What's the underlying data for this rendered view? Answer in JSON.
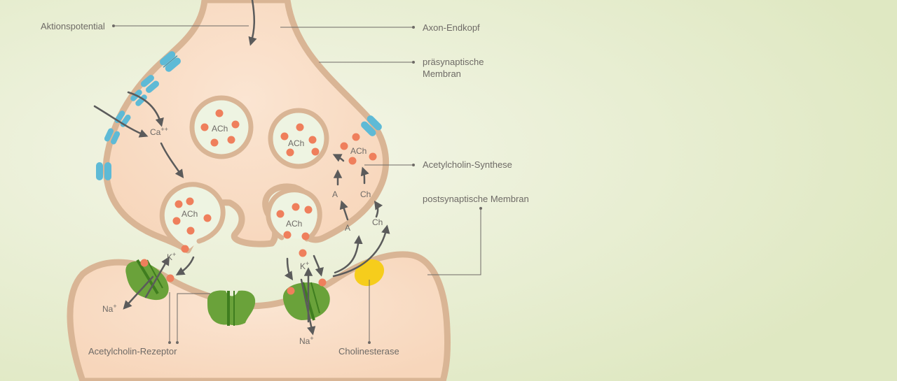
{
  "labels": {
    "aktionspotential": "Aktionspotential",
    "axon_endkopf": "Axon-Endkopf",
    "praesynaptische_1": "präsynaptische",
    "praesynaptische_2": "Membran",
    "acetylcholin_synthese": "Acetylcholin-Synthese",
    "postsynaptische": "postsynaptische Membran",
    "acetylcholin_rezeptor": "Acetylcholin-Rezeptor",
    "cholinesterase": "Cholinesterase"
  },
  "inner_labels": {
    "ach": "ACh",
    "ca": "Ca",
    "ca_sup": "++",
    "k": "K",
    "k_sup": "+",
    "na": "Na",
    "na_sup": "+",
    "a": "A",
    "ch": "Ch"
  },
  "colors": {
    "background_center": "#f3f5e6",
    "background_edge": "#dfe8c2",
    "cell_fill": "#f9dcc4",
    "membrane": "#d9b595",
    "vesicle_fill": "#eef4e2",
    "ach_dot": "#ef7f5c",
    "channel": "#5ebad6",
    "receptor": "#6aa23a",
    "receptor_stripe": "#3f7d1f",
    "enzyme": "#f6cd1c",
    "arrow": "#5b5b5b",
    "leader": "#6e6a66"
  }
}
